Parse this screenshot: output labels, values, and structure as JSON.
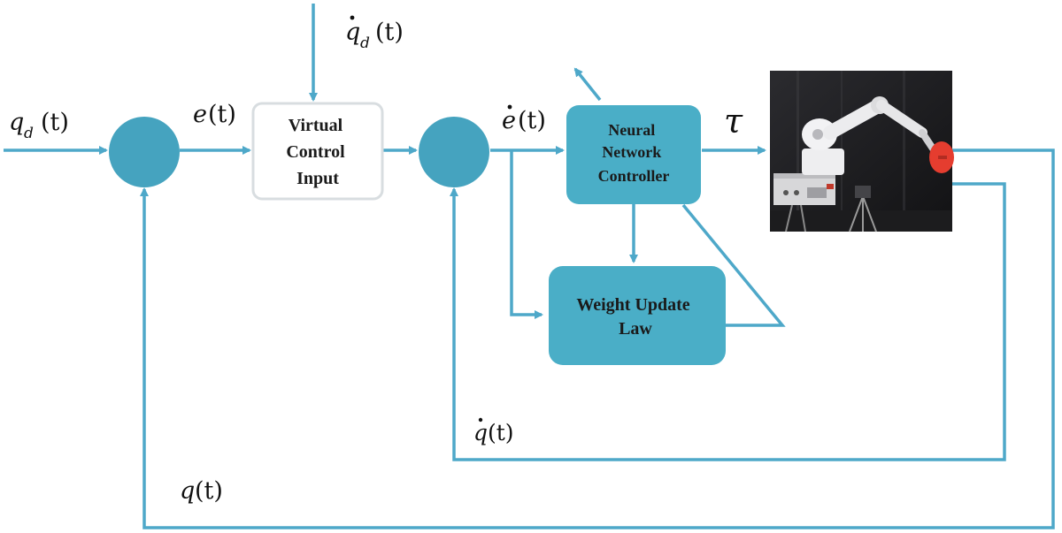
{
  "colors": {
    "wire": "#4ea8c9",
    "summing_junction": "#45a3bf",
    "filled_block": "#4aaec7",
    "virtual_block_border": "#d8dde0",
    "label_text": "#111111"
  },
  "signals": {
    "qd": {
      "symbol": "q",
      "sub": "d",
      "arg": "(t)"
    },
    "qd_dot": {
      "symbol": "q",
      "sub": "d",
      "arg": "(t)"
    },
    "e": {
      "symbol": "e",
      "arg": "(t)"
    },
    "e_dot": {
      "symbol": "e",
      "arg": "(t)"
    },
    "tau": {
      "symbol": "τ"
    },
    "q_dot": {
      "symbol": "q",
      "arg": "(t)"
    },
    "q": {
      "symbol": "q",
      "arg": "(t)"
    }
  },
  "blocks": {
    "virtual_control": {
      "lines": [
        "Virtual",
        "Control",
        "Input"
      ]
    },
    "neural_network": {
      "lines": [
        "Neural",
        "Network",
        "Controller"
      ]
    },
    "weight_update": {
      "lines": [
        "Weight Update",
        "Law"
      ]
    }
  },
  "plant": {
    "image": "robot-arm-photo"
  }
}
